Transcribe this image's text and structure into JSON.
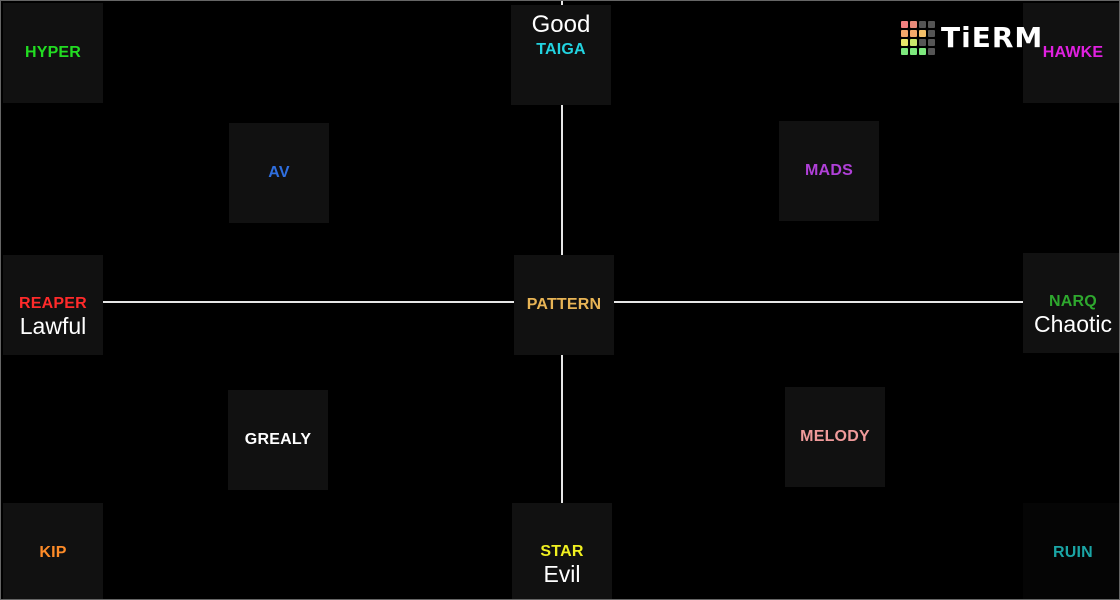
{
  "axes": {
    "top_label": "Good",
    "bottom_label": "Evil",
    "left_label": "Lawful",
    "right_label": "Chaotic"
  },
  "logo": {
    "text": "TiERM",
    "grid_colors": [
      "#f08080",
      "#e88a7a",
      "#555555",
      "#555555",
      "#f3a86a",
      "#f3a86a",
      "#f3c06a",
      "#555555",
      "#e8e86a",
      "#c8e86a",
      "#555555",
      "#555555",
      "#7de87d",
      "#7de87d",
      "#7de87d",
      "#555555"
    ]
  },
  "tiles": {
    "hyper": {
      "label": "HYPER",
      "color": "#22dd22"
    },
    "taiga": {
      "label": "TAIGA",
      "color": "#22d3e0"
    },
    "hawke": {
      "label": "HAWKE",
      "color": "#e020e0"
    },
    "av": {
      "label": "AV",
      "color": "#2f6fe0"
    },
    "mads": {
      "label": "MADS",
      "color": "#b040d8"
    },
    "reaper": {
      "label": "REAPER",
      "color": "#ff2a2a"
    },
    "pattern": {
      "label": "PATTERN",
      "color": "#e8b455"
    },
    "narq": {
      "label": "NARQ",
      "color": "#2ea82e"
    },
    "grealy": {
      "label": "GREALY",
      "color": "#ffffff"
    },
    "melody": {
      "label": "MELODY",
      "color": "#f09a9a"
    },
    "kip": {
      "label": "KIP",
      "color": "#ff8c28"
    },
    "star": {
      "label": "STAR",
      "color": "#f0f020"
    },
    "ruin": {
      "label": "RUIN",
      "color": "#1aa5a5"
    }
  }
}
